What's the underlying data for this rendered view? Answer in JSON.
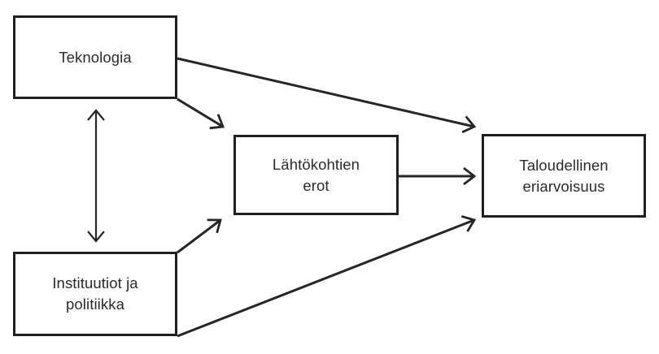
{
  "diagram": {
    "type": "causal-flow-diagram",
    "colors": {
      "background": "#ffffff",
      "node_border": "#1f1f1f",
      "node_fill": "#ffffff",
      "text": "#2b2b2b",
      "arrow": "#262626"
    },
    "nodes": {
      "teknologia": {
        "label": "Teknologia",
        "lines": [
          "Teknologia"
        ]
      },
      "instituutiot": {
        "label": "Instituutiot ja politiikka",
        "lines": [
          "Instituutiot ja",
          "politiikka"
        ]
      },
      "lahtokohtien_erot": {
        "label": "Lähtökohtien erot",
        "lines": [
          "Lähtökohtien",
          "erot"
        ]
      },
      "taloudellinen": {
        "label": "Taloudellinen eriarvoisuus",
        "lines": [
          "Taloudellinen",
          "eriarvoisuus"
        ]
      }
    },
    "edges": [
      {
        "from": "Teknologia",
        "to": "Instituutiot ja politiikka",
        "direction": "bidirectional"
      },
      {
        "from": "Teknologia",
        "to": "Lähtökohtien erot",
        "direction": "one-way"
      },
      {
        "from": "Teknologia",
        "to": "Taloudellinen eriarvoisuus",
        "direction": "one-way"
      },
      {
        "from": "Instituutiot ja politiikka",
        "to": "Lähtökohtien erot",
        "direction": "one-way"
      },
      {
        "from": "Instituutiot ja politiikka",
        "to": "Taloudellinen eriarvoisuus",
        "direction": "one-way"
      },
      {
        "from": "Lähtökohtien erot",
        "to": "Taloudellinen eriarvoisuus",
        "direction": "one-way"
      }
    ]
  }
}
